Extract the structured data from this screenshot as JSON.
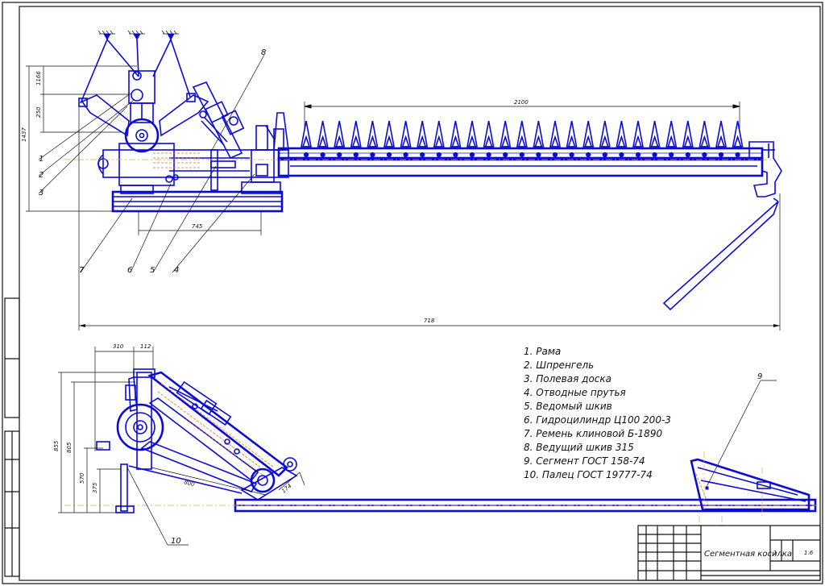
{
  "legend": {
    "items": [
      "1. Рама",
      "2. Шпренгель",
      "3. Полевая доска",
      "4. Отводные прутья",
      "5. Ведомый шкив",
      "6. Гидроцилиндр Ц100 200-3",
      "7. Ремень клиновой Б-1890",
      "8. Ведущий шкив 315",
      "9. Сегмент ГОСТ 158-74",
      "10. Палец ГОСТ 19777-74"
    ]
  },
  "callouts": [
    "1",
    "2",
    "3",
    "4",
    "5",
    "6",
    "7",
    "8",
    "9",
    "10"
  ],
  "dimensions": {
    "top_cutter_length": "2100",
    "overall_width": "718",
    "base_width": "745",
    "height_total": "1437",
    "height_a": "1166",
    "height_b": "250",
    "side_a": "310",
    "side_b": "112",
    "side_c": "855",
    "side_d": "805",
    "side_e": "570",
    "side_f": "375",
    "side_g": "800",
    "side_h": "174"
  },
  "title_block": {
    "title": "Сегментная косилка",
    "scale": "1:6",
    "sheet": "1"
  },
  "colors": {
    "ink": "#0b0bd6",
    "dimension": "#111111",
    "axis": "#e8a040"
  }
}
